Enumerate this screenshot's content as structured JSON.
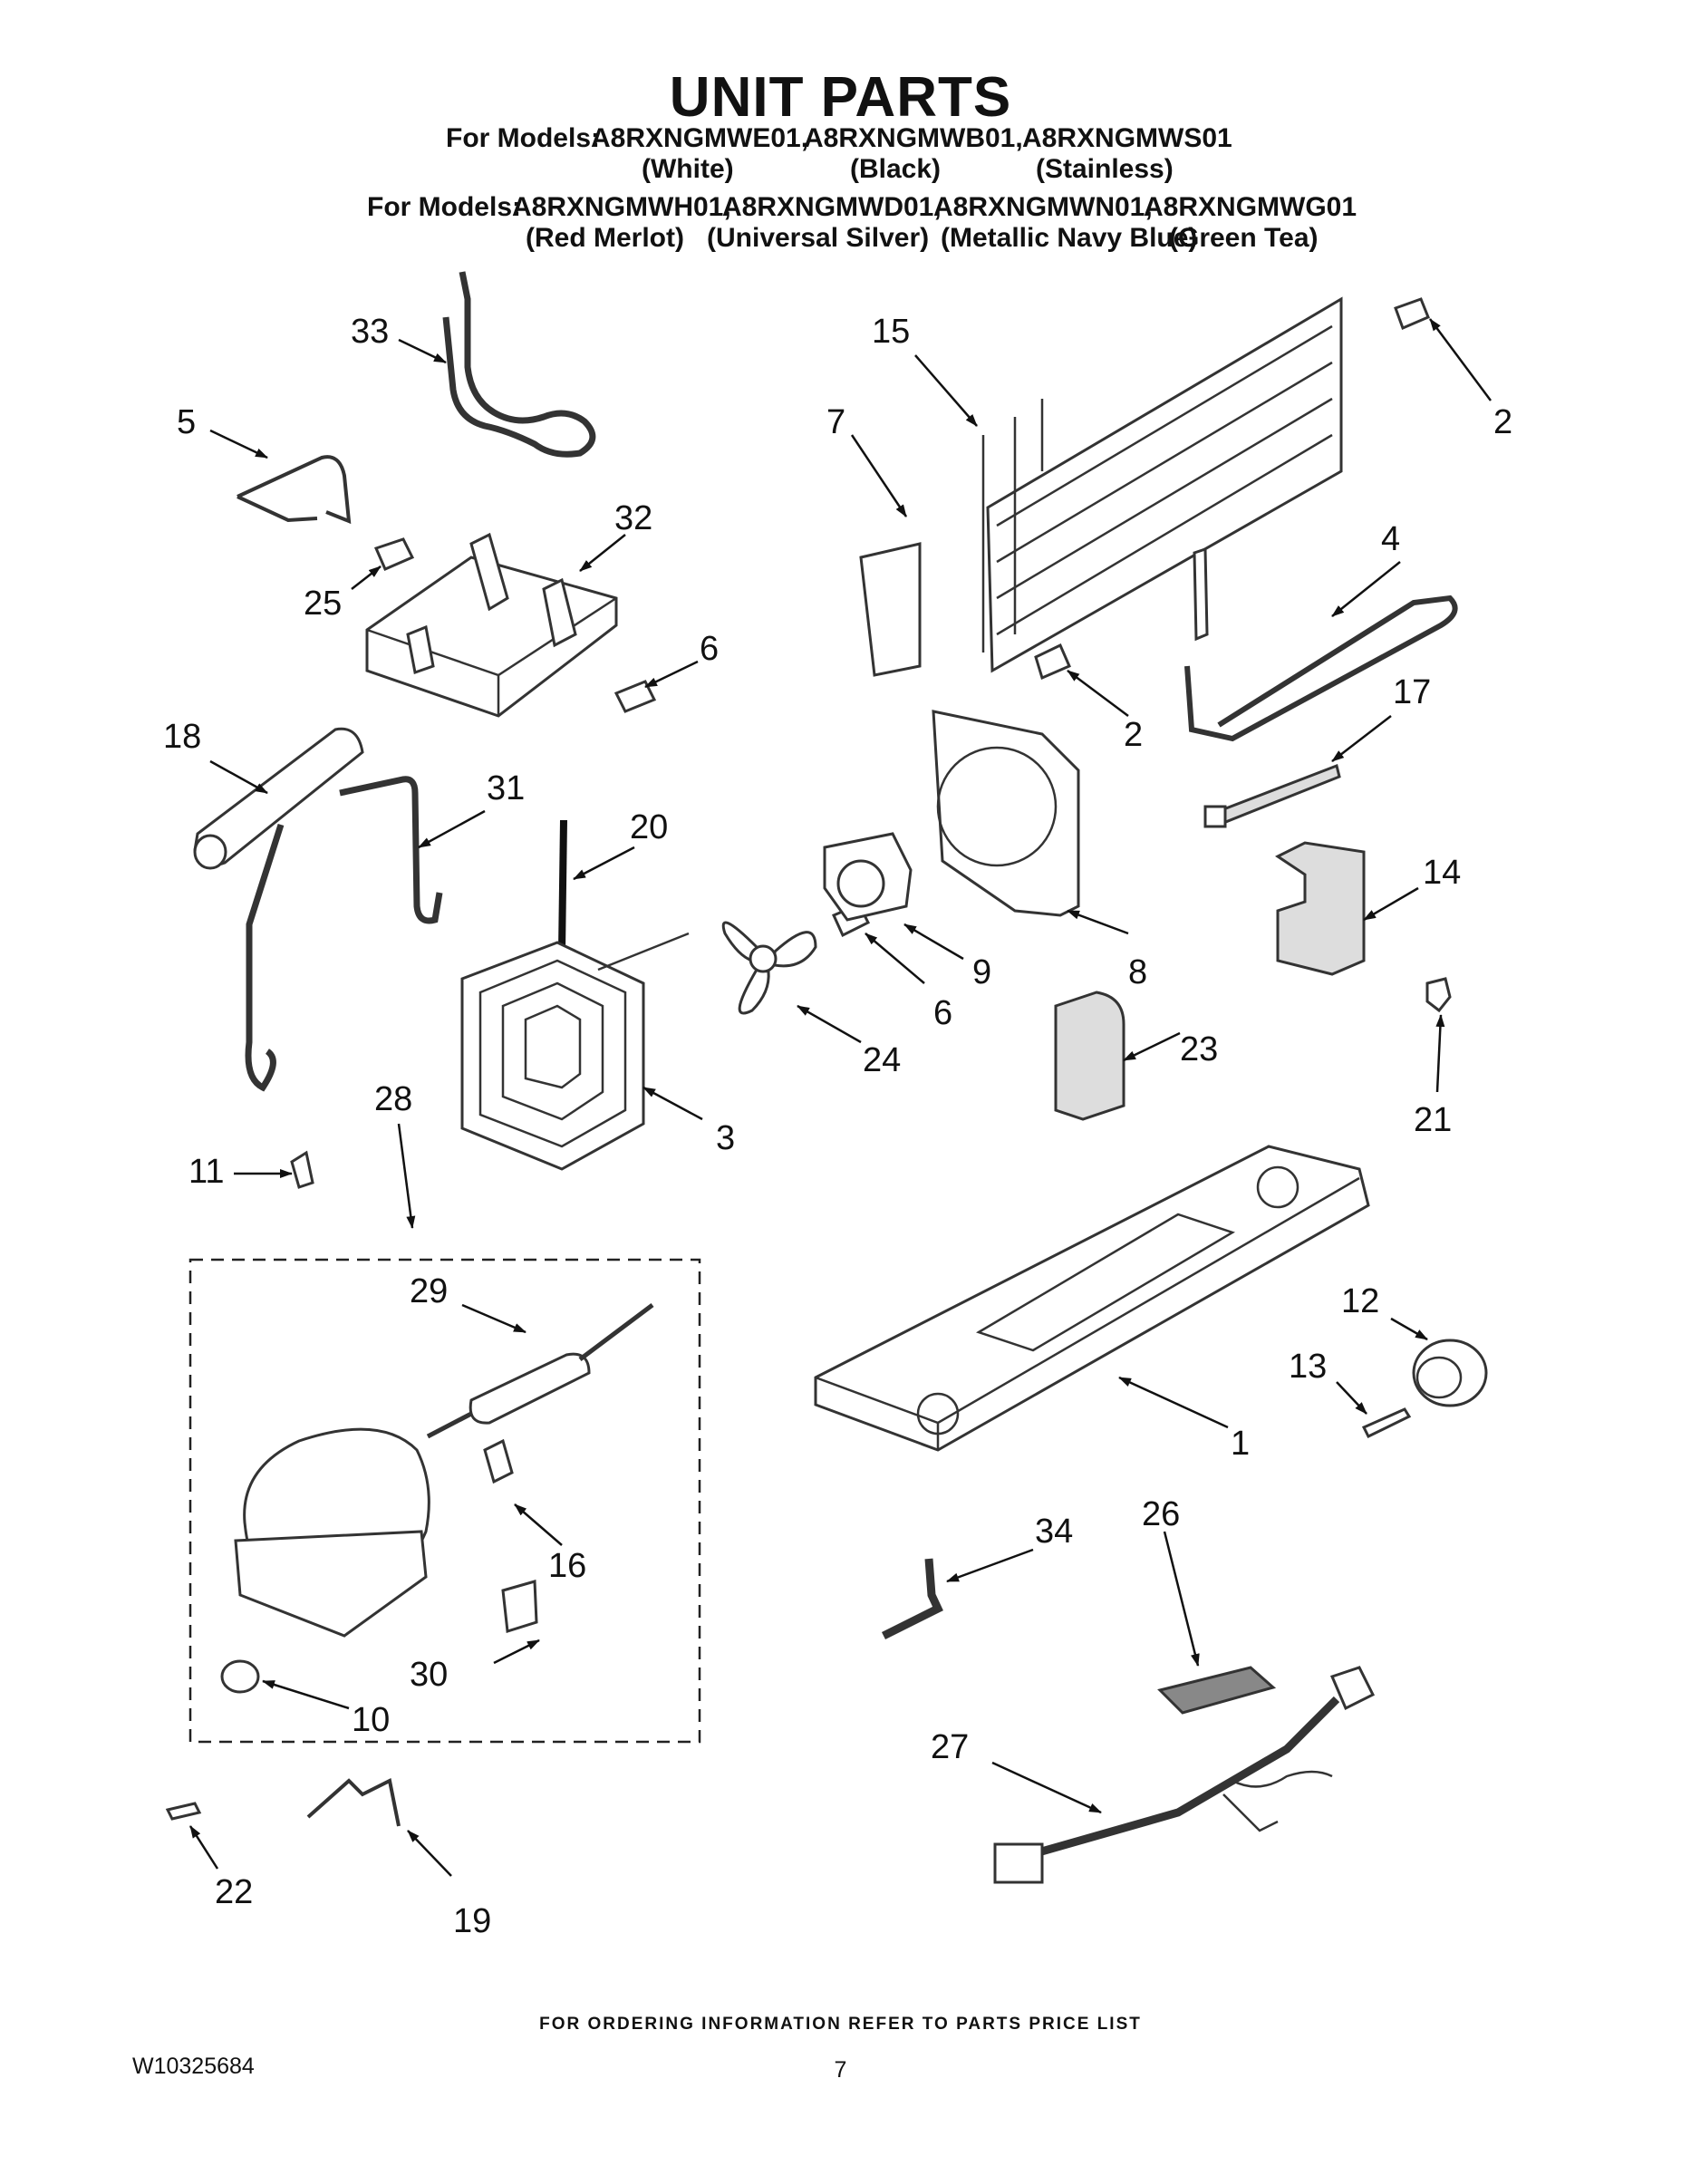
{
  "header": {
    "title": "UNIT PARTS",
    "line1_prefix": "For Models:",
    "line1_models": [
      "A8RXNGMWE01,",
      "A8RXNGMWB01,",
      "A8RXNGMWS01"
    ],
    "line1_colors": [
      "(White)",
      "(Black)",
      "(Stainless)"
    ],
    "line2_prefix": "For Models:",
    "line2_models": [
      "A8RXNGMWH01,",
      "A8RXNGMWD01,",
      "A8RXNGMWN01,",
      "A8RXNGMWG01"
    ],
    "line2_colors": [
      "(Red Merlot)",
      "(Universal Silver)",
      "(Metallic Navy Blue)",
      "(Green Tea)"
    ]
  },
  "callouts": [
    "33",
    "5",
    "32",
    "25",
    "6",
    "18",
    "31",
    "20",
    "28",
    "11",
    "29",
    "16",
    "30",
    "10",
    "22",
    "19",
    "15",
    "7",
    "2",
    "4",
    "2",
    "17",
    "14",
    "9",
    "8",
    "6",
    "24",
    "3",
    "23",
    "21",
    "12",
    "13",
    "1",
    "26",
    "34",
    "27"
  ],
  "footer": {
    "note": "FOR ORDERING INFORMATION REFER TO PARTS PRICE LIST",
    "doc_code": "W10325684",
    "page_number": "7"
  }
}
